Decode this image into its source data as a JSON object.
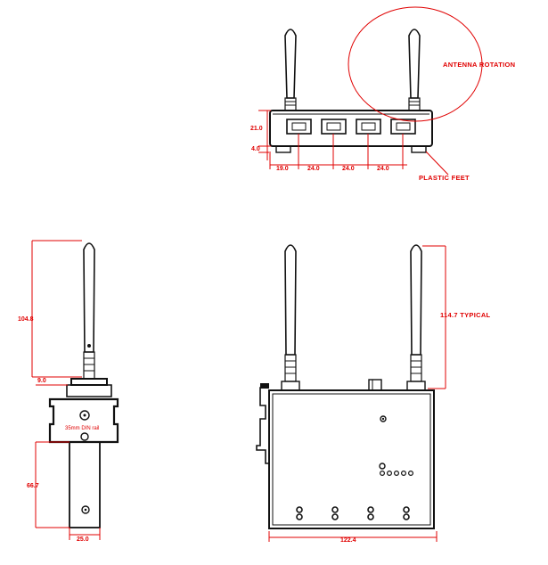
{
  "colors": {
    "dimension": "#e00000",
    "outline": "#111111",
    "background": "#ffffff"
  },
  "top_view": {
    "annotations": {
      "antenna_rotation": "ANTENNA ROTATION",
      "plastic_feet": "PLASTIC FEET"
    },
    "dimensions": {
      "height": "21.0",
      "feet_height": "4.0",
      "offset": "19.0",
      "pitch_1": "24.0",
      "pitch_2": "24.0",
      "pitch_3": "24.0"
    },
    "ports": 4
  },
  "side_view": {
    "dimensions": {
      "antenna_height": "104.8",
      "clip_offset": "9.0",
      "clip_height": "66.7",
      "clip_width": "25.0",
      "rail_label": "35mm DIN rail"
    }
  },
  "front_view": {
    "dimensions": {
      "antenna_typical": "114.7 TYPICAL",
      "width": "122.4"
    },
    "leds": 5,
    "bottom_connectors": 4
  }
}
